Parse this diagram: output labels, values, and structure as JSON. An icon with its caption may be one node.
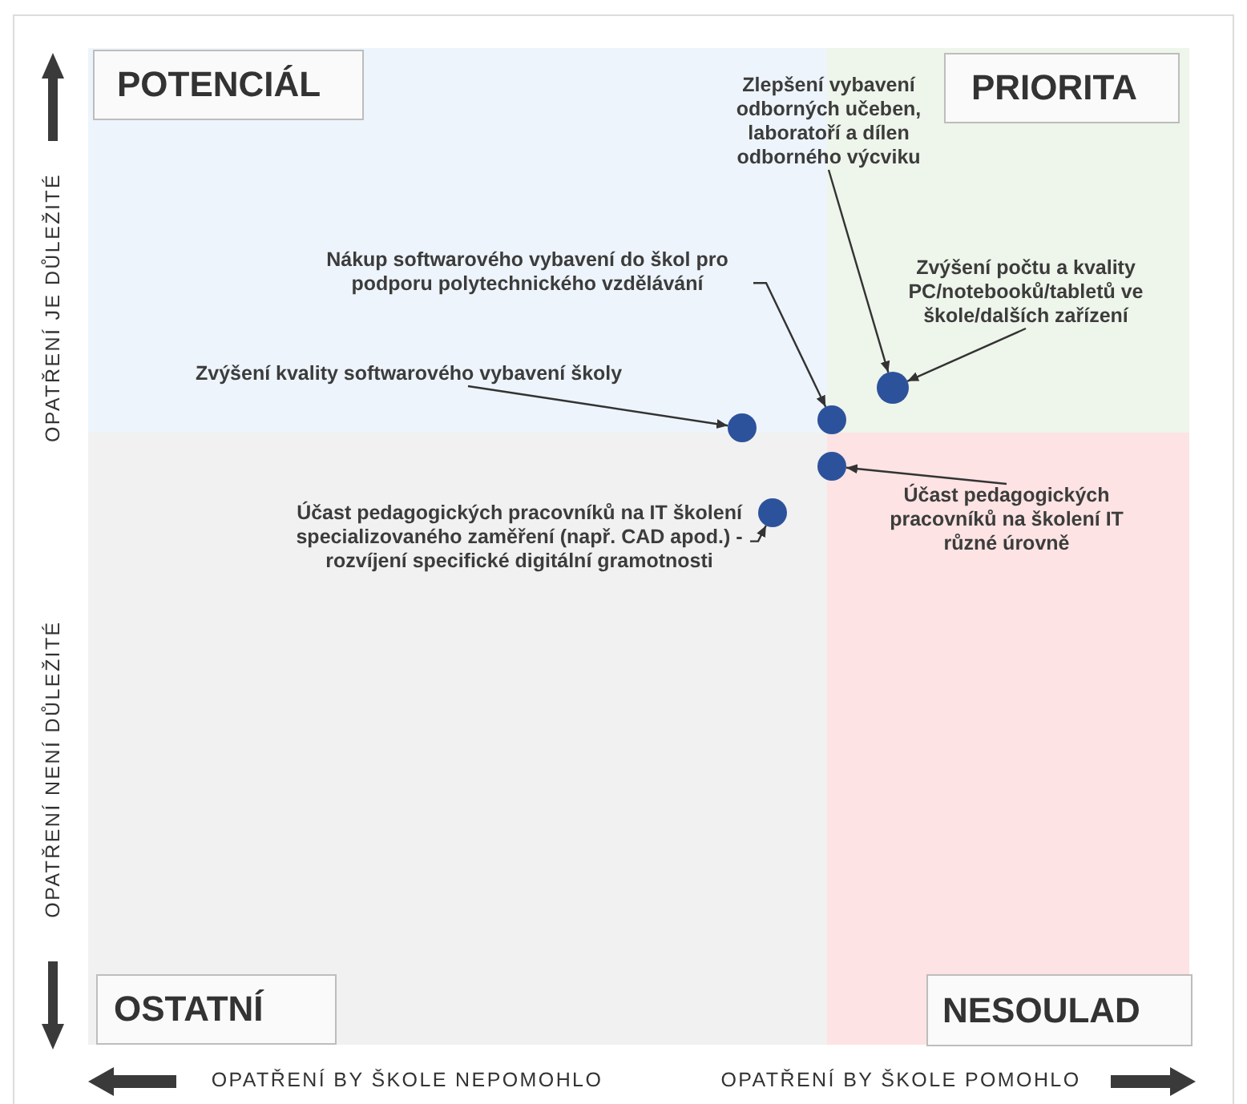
{
  "diagram": {
    "nodes": [
      {
        "text": [],
        "shape": "box"
      },
      {
        "text": [],
        "shape": "box"
      },
      {
        "text": [],
        "shape": "box"
      },
      {
        "text": [],
        "shape": "box"
      },
      {
        "text": [
          "POTENCIÁL"
        ],
        "in": 0
      },
      {
        "text": [
          "PRIORITA"
        ],
        "in": 1
      },
      {
        "text": [
          "OSTATNÍ"
        ],
        "in": 2
      },
      {
        "text": [
          "NESOULAD"
        ],
        "in": 3
      },
      {
        "text": [
          "Zlepšení vybavení odborných učeben, laboratoří a dílen odborného výcviku"
        ]
      },
      {
        "text": [
          "Nákup softwarového vybavení do škol pro podporu polytechnického vzdělávání"
        ],
        "in": 0
      },
      {
        "text": [
          "Zvýšení počtu a kvality PC/notebooků/tabletů ve škole/dalších zařízení"
        ],
        "in": 1
      },
      {
        "text": [
          "Zvýšení kvality softwarového vybavení školy"
        ],
        "in": 0
      },
      {
        "text": [
          "Účast pedagogických pracovníků na školení IT různé úrovně"
        ],
        "in": 3
      },
      {
        "text": [
          "Účast pedagogických pracovníků na IT školení specializovaného zaměření (např. CAD apod.) - rozvíjení specifické digitální gramotnosti"
        ],
        "in": 2
      },
      {
        "text": [],
        "shape": "circle",
        "in": 1
      },
      {
        "text": [],
        "shape": "circle"
      },
      {
        "text": [],
        "shape": "circle"
      },
      {
        "text": [],
        "shape": "circle"
      },
      {
        "text": [],
        "shape": "circle",
        "in": 2
      }
    ],
    "edges": [
      {
        "from": 8,
        "to": 14,
        "arrow": "to"
      },
      {
        "from": 9,
        "to": 15,
        "arrow": "to"
      },
      {
        "from": 10,
        "to": 14,
        "arrow": "to"
      },
      {
        "from": 11,
        "to": 16,
        "arrow": "to"
      },
      {
        "from": 12,
        "to": 17,
        "arrow": "to"
      },
      {
        "from": 13,
        "to": 18,
        "arrow": "to"
      }
    ],
    "labels": [
      "OPATŘENÍ JE DŮLEŽITÉ",
      "OPATŘENÍ NENÍ DŮLEŽITÉ",
      "OPATŘENÍ BY ŠKOLE NEPOMOHLO",
      "OPATŘENÍ BY ŠKOLE POMOHLO"
    ]
  }
}
